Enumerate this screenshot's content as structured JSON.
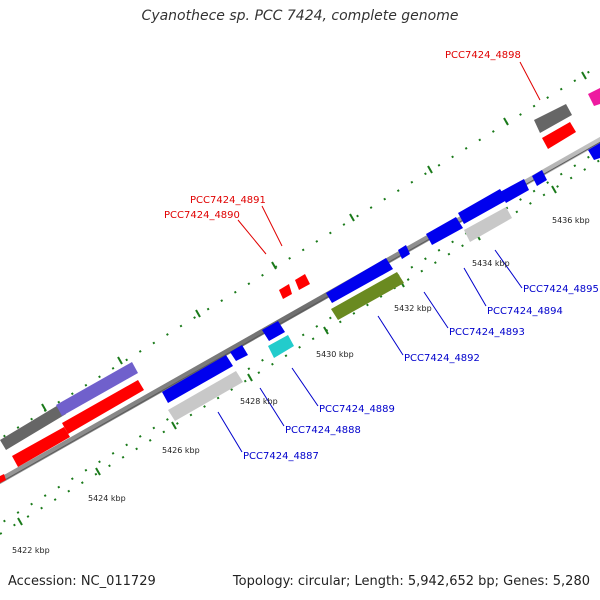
{
  "title": "Cyanothece sp. PCC 7424, complete genome",
  "accession": "Accession: NC_011729",
  "stats": "Topology: circular; Length: 5,942,652 bp; Genes: 5,280",
  "colors": {
    "backbone": "#8c8c8c",
    "label_top": "#e00000",
    "label_bottom": "#0000cc"
  },
  "scale_labels": [
    "5422 kbp",
    "5424 kbp",
    "5426 kbp",
    "5428 kbp",
    "5430 kbp",
    "5432 kbp",
    "5434 kbp",
    "5436 kbp"
  ],
  "gene_labels": [
    {
      "text": "PCC7424_4898",
      "strand": "top"
    },
    {
      "text": "PCC7424_4891",
      "strand": "top"
    },
    {
      "text": "PCC7424_4890",
      "strand": "top"
    },
    {
      "text": "PCC7424_4895",
      "strand": "bottom"
    },
    {
      "text": "PCC7424_4894",
      "strand": "bottom"
    },
    {
      "text": "PCC7424_4893",
      "strand": "bottom"
    },
    {
      "text": "PCC7424_4892",
      "strand": "bottom"
    },
    {
      "text": "PCC7424_4889",
      "strand": "bottom"
    },
    {
      "text": "PCC7424_4888",
      "strand": "bottom"
    },
    {
      "text": "PCC7424_4887",
      "strand": "bottom"
    }
  ],
  "feature_colors": [
    "#666666",
    "#ff0000",
    "#7060cc",
    "#0000ee",
    "#c8c8c8",
    "#22cccc",
    "#6a8a20",
    "#ee1aa0"
  ]
}
